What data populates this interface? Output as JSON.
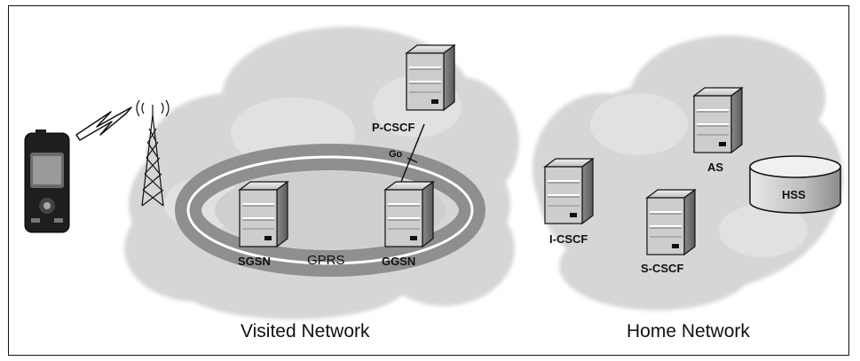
{
  "diagram": {
    "networks": {
      "visited": "Visited Network",
      "home": "Home Network"
    },
    "nodes": {
      "p_cscf": "P-CSCF",
      "sgsn": "SGSN",
      "ggsn": "GGSN",
      "i_cscf": "I-CSCF",
      "s_cscf": "S-CSCF",
      "as": "AS",
      "hss": "HSS"
    },
    "labels": {
      "gprs": "GPRS",
      "go": "Go"
    },
    "colors": {
      "cloud": "#d9d9d9",
      "ring": "#9a9a9a",
      "server_front": "#cfcfcf",
      "server_side": "#7a7a7a",
      "outline": "#111111"
    }
  }
}
